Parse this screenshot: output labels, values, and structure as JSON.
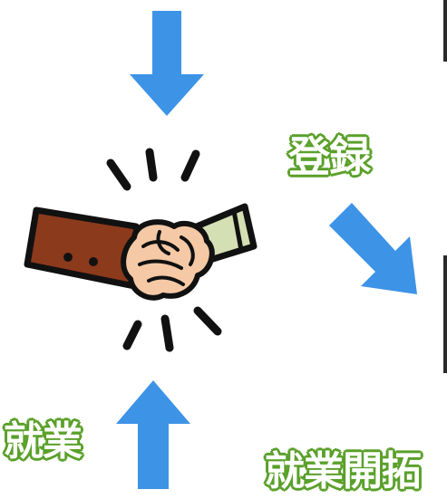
{
  "labels": {
    "register": "登録",
    "employment": "就業",
    "job_development": "就業開拓"
  },
  "colors": {
    "arrow": "#3d93e6",
    "label_fill": "#ffffff",
    "label_outline": "#5aa02a",
    "sleeve_left": "#8b3a1c",
    "sleeve_right": "#d5dfb4",
    "skin": "#f5c9a6",
    "ink": "#111111"
  },
  "icons": {
    "arrow_top": "arrow-down-icon",
    "arrow_right": "arrow-down-right-icon",
    "arrow_bottom": "arrow-up-icon",
    "center": "handshake-icon"
  }
}
